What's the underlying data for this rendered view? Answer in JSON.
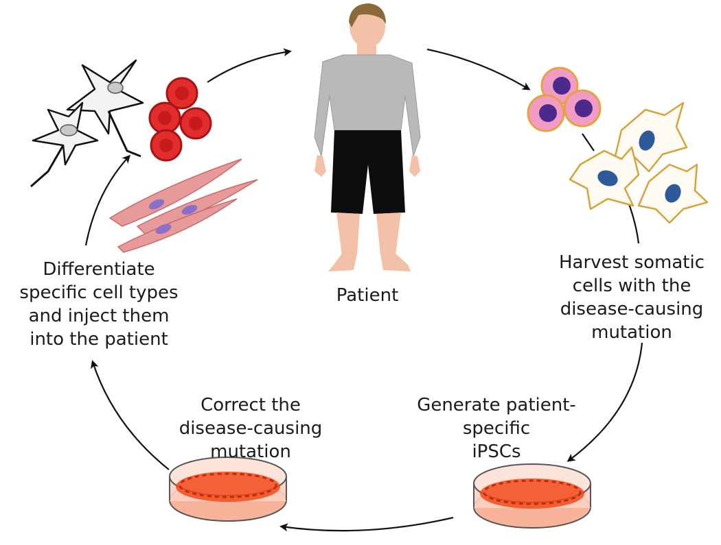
{
  "diagram": {
    "center_label": "Patient",
    "step_harvest": [
      "Harvest somatic",
      "cells with the",
      "disease-causing",
      "mutation"
    ],
    "step_generate": [
      "Generate patient-",
      "specific",
      "iPSCs"
    ],
    "step_correct": [
      "Correct the",
      "disease-causing",
      "mutation"
    ],
    "step_differentiate": [
      "Differentiate",
      "specific cell types",
      "and inject them",
      "into the patient"
    ]
  },
  "colors": {
    "arrow": "#111111",
    "shirt": "#b9b9b9",
    "shorts": "#0d0d0d",
    "skin": "#f2c1a8",
    "hair": "#8a6a3a",
    "red_cell": "#e32d2d",
    "muscle_cell": "#e79a9a",
    "muscle_nucleus": "#8c6fc9",
    "somatic_pink": "#f29bc4",
    "somatic_border": "#e6a23c",
    "somatic_nucleus": "#4b2a8c",
    "fibroblast_nucleus": "#2d5b9a",
    "dish_cells": "#f04a1a",
    "dish_medium": "#f8b39a"
  }
}
